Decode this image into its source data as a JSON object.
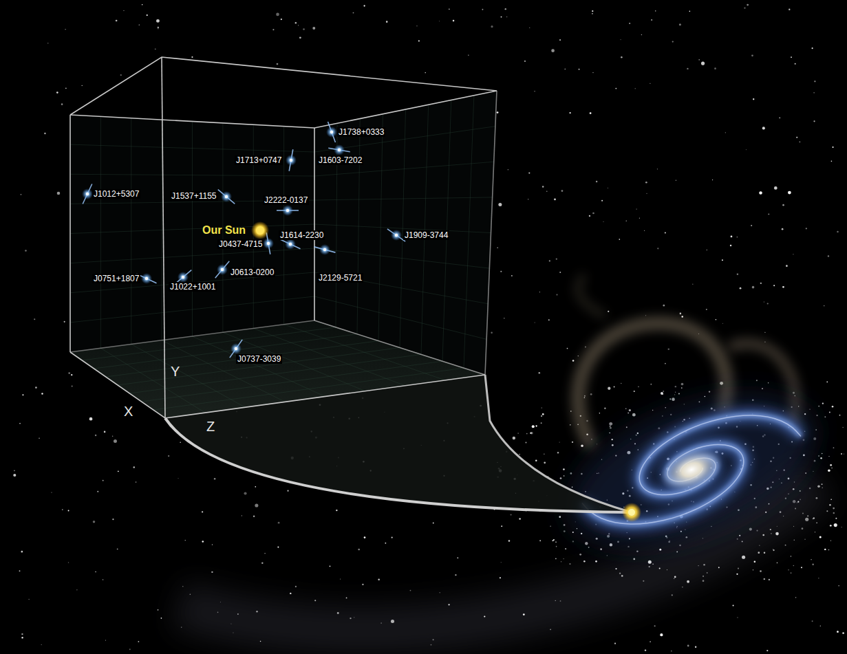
{
  "diagram": {
    "labels": [
      "J1738+0333",
      "J1603-7202",
      "J1713+0747",
      "J1012+5307",
      "J1537+1155",
      "J2222-0137",
      "Our Sun",
      "J0437-4715",
      "J1614-2230",
      "J1909-3744",
      "J2129-5721",
      "J0751+1807",
      "J1022+1001",
      "J0613-0200",
      "J0737-3039",
      "Y",
      "X",
      "Z"
    ]
  }
}
